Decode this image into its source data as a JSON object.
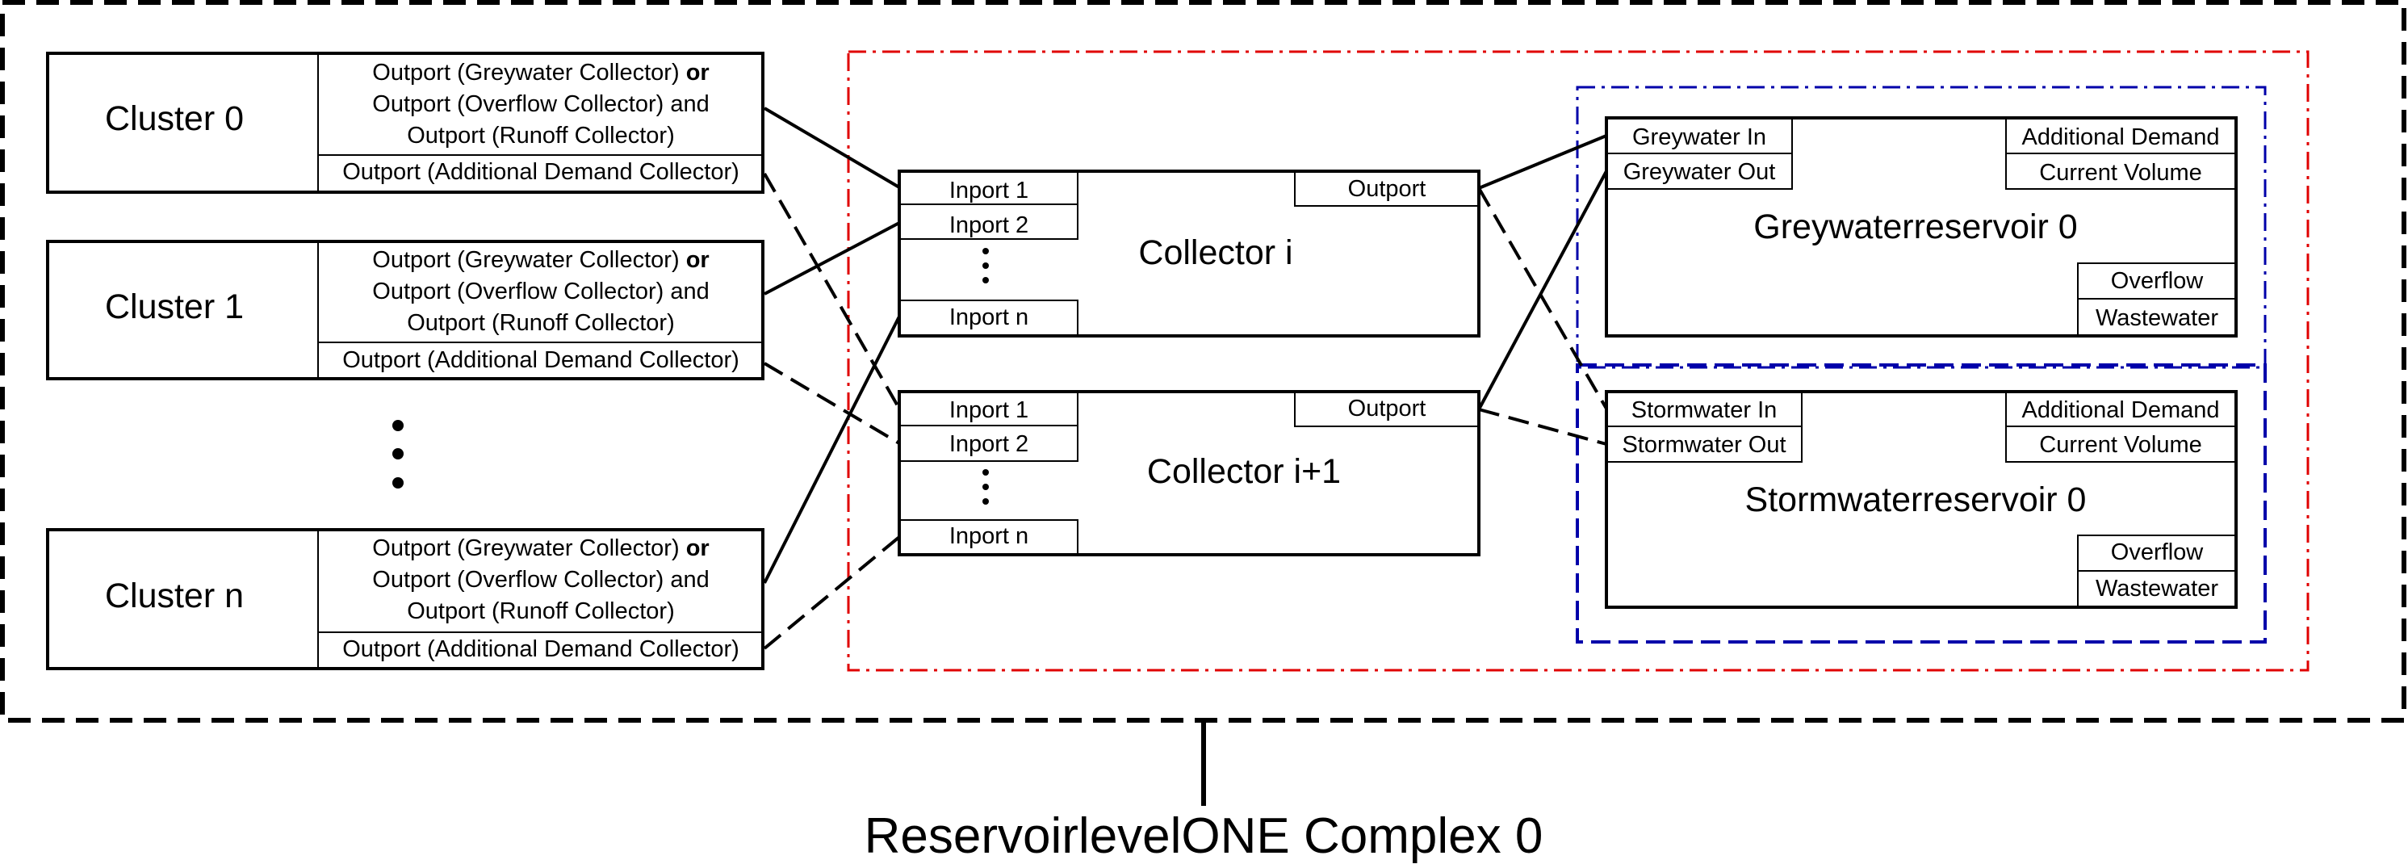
{
  "title": "ReservoirlevelONE Complex 0",
  "clusters": [
    {
      "name": "Cluster 0",
      "outport_line1_pre": "Outport (Greywater Collector) ",
      "outport_line1_bold": "or",
      "outport_line2": "Outport (Overflow Collector) and",
      "outport_line3": "Outport (Runoff Collector)",
      "demand_outport": "Outport (Additional Demand Collector)"
    },
    {
      "name": "Cluster 1",
      "outport_line1_pre": "Outport (Greywater Collector) ",
      "outport_line1_bold": "or",
      "outport_line2": "Outport (Overflow Collector) and",
      "outport_line3": "Outport (Runoff Collector)",
      "demand_outport": "Outport (Additional Demand Collector)"
    },
    {
      "name": "Cluster n",
      "outport_line1_pre": "Outport (Greywater Collector) ",
      "outport_line1_bold": "or",
      "outport_line2": "Outport (Overflow Collector) and",
      "outport_line3": "Outport (Runoff Collector)",
      "demand_outport": "Outport (Additional Demand Collector)"
    }
  ],
  "collectors": [
    {
      "name": "Collector i",
      "inports": [
        "Inport 1",
        "Inport 2",
        "Inport n"
      ],
      "outport": "Outport"
    },
    {
      "name": "Collector i+1",
      "inports": [
        "Inport 1",
        "Inport 2",
        "Inport n"
      ],
      "outport": "Outport"
    }
  ],
  "reservoirs": [
    {
      "name": "Greywaterreservoir 0",
      "in": "Greywater In",
      "out": "Greywater Out",
      "demand": "Additional Demand",
      "volume": "Current Volume",
      "overflow": "Overflow",
      "wastewater": "Wastewater",
      "frame_color": "#0000aa"
    },
    {
      "name": "Stormwaterreservoir 0",
      "in": "Stormwater In",
      "out": "Stormwater Out",
      "demand": "Additional Demand",
      "volume": "Current Volume",
      "overflow": "Overflow",
      "wastewater": "Wastewater",
      "frame_color": "#0000aa"
    }
  ],
  "colors": {
    "line": "#000000",
    "collector_frame": "#e00000",
    "reservoir_frame": "#0000aa"
  }
}
